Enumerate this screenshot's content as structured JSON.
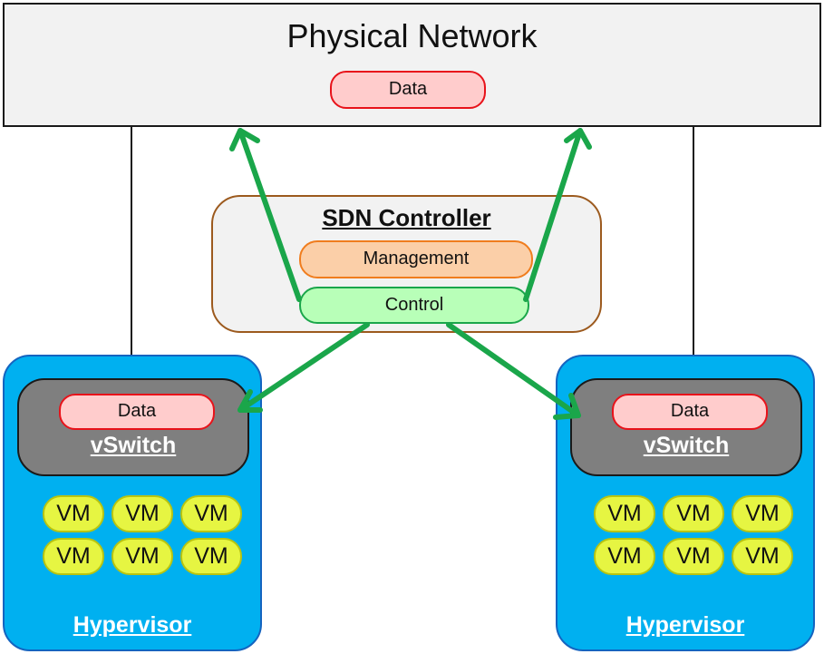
{
  "physical_network": {
    "title": "Physical Network",
    "data_label": "Data"
  },
  "sdn_controller": {
    "title": "SDN Controller",
    "management_label": "Management",
    "control_label": "Control"
  },
  "hypervisors": [
    {
      "label": "Hypervisor",
      "vswitch_label": "vSwitch",
      "data_label": "Data",
      "vms": [
        "VM",
        "VM",
        "VM",
        "VM",
        "VM",
        "VM"
      ]
    },
    {
      "label": "Hypervisor",
      "vswitch_label": "vSwitch",
      "data_label": "Data",
      "vms": [
        "VM",
        "VM",
        "VM",
        "VM",
        "VM",
        "VM"
      ]
    }
  ],
  "colors": {
    "arrow": "#1aa64a",
    "hypervisor": "#00b0f0",
    "vswitch": "#7f7f7f",
    "data_fill": "#ffcccc",
    "data_border": "#e8121a",
    "management_fill": "#fbcfa8",
    "control_fill": "#b8ffb8",
    "vm_fill": "#e6f542"
  }
}
